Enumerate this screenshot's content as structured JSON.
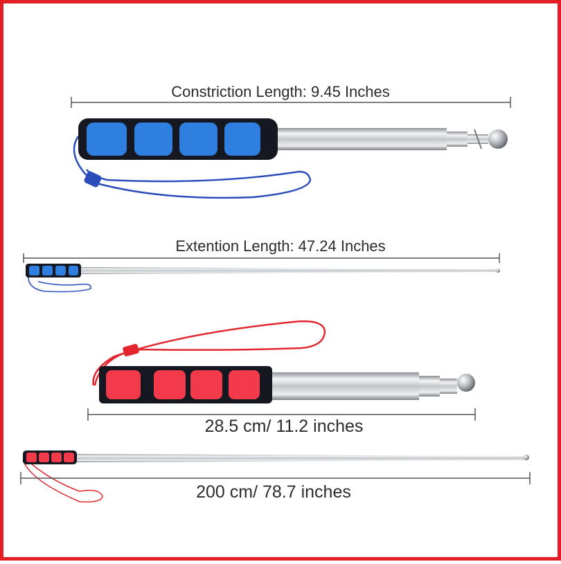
{
  "measurements": [
    {
      "id": "blue-collapsed",
      "label": "Constriction Length: 9.45 Inches"
    },
    {
      "id": "blue-extended",
      "label": "Extention Length: 47.24 Inches"
    },
    {
      "id": "red-collapsed",
      "label": "28.5 cm/ 11.2 inches"
    },
    {
      "id": "red-extended",
      "label": "200 cm/ 78.7 inches"
    }
  ],
  "colors": {
    "border": "#e31e24",
    "blue_foam": "#2f7fe0",
    "red_foam": "#f23a4a",
    "foam_dark": "#151820",
    "blue_strap": "#2a4dbb",
    "red_strap": "#e3262e",
    "dim_line": "#555555",
    "steel": "#c9ccd0"
  },
  "icons": [
    "telescopic-pointer-blue",
    "telescopic-pointer-red"
  ]
}
